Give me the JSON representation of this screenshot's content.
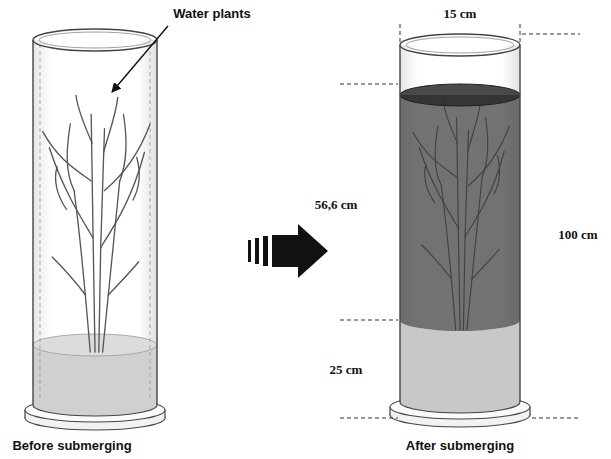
{
  "diagram": {
    "labels": [
      "Water plants",
      "15 cm",
      "56,6 cm",
      "100 cm",
      "25 cm",
      "Before submerging",
      "After submerging"
    ]
  }
}
